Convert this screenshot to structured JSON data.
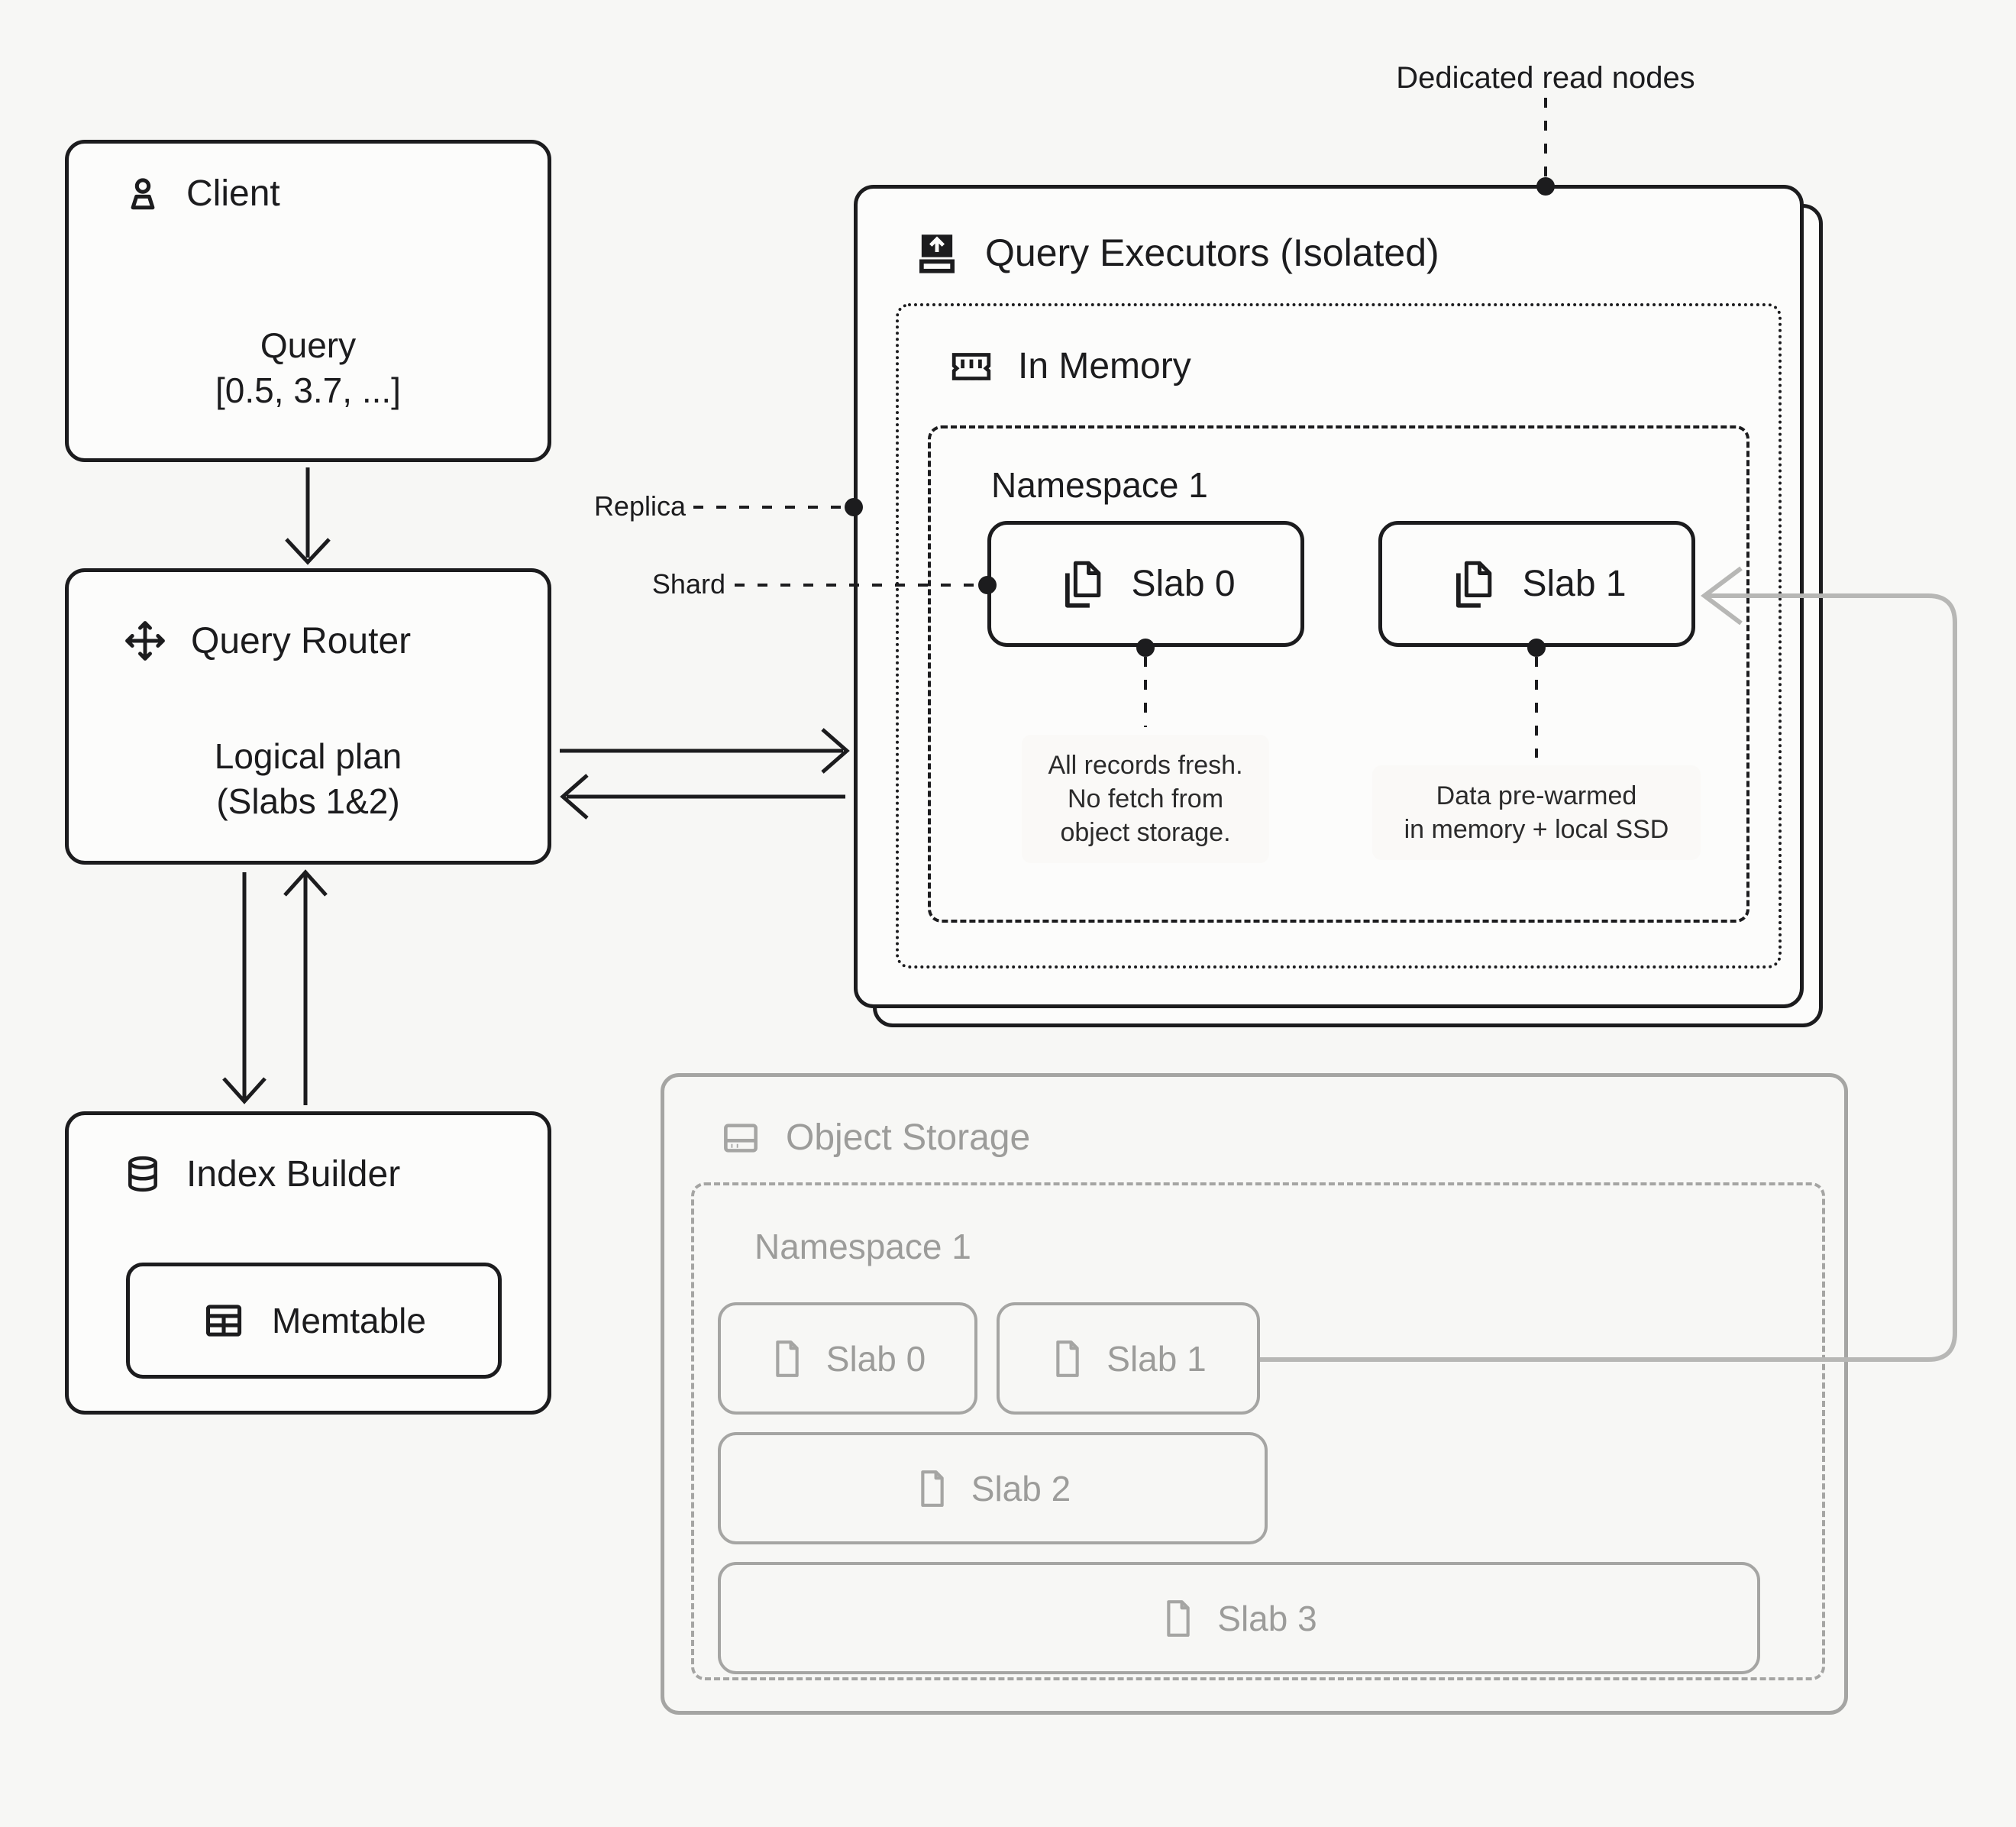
{
  "palette": {
    "ink": "#1c1c1e",
    "gray": "#a5a5a3",
    "gray_text": "#9c9c9a",
    "connector": "#b7b7b5",
    "bg": "#f7f7f5",
    "box": "#fcfcfb",
    "note_bg": "#faf9f7",
    "note_ink": "#2b2b2b"
  },
  "client": {
    "title": "Client",
    "icon": "user-icon",
    "body": "Query\n[0.5, 3.7, ...]"
  },
  "query_router": {
    "title": "Query Router",
    "icon": "move-icon",
    "body": "Logical plan\n(Slabs 1&2)"
  },
  "index_builder": {
    "title": "Index Builder",
    "icon": "database-icon",
    "memtable": {
      "label": "Memtable",
      "icon": "table-icon"
    }
  },
  "executors": {
    "title": "Query Executors (Isolated)",
    "icon": "hard-drive-upload-icon",
    "callout": "Dedicated read nodes",
    "replica_label": "Replica",
    "shard_label": "Shard",
    "in_memory": {
      "title": "In Memory",
      "icon": "memory-stick-icon",
      "namespace": {
        "title": "Namespace 1",
        "slabs": [
          {
            "label": "Slab 0",
            "icon": "files-icon",
            "note": "All records fresh.\nNo fetch from\nobject storage."
          },
          {
            "label": "Slab 1",
            "icon": "files-icon",
            "note": "Data pre-warmed\nin memory + local SSD"
          }
        ]
      }
    }
  },
  "object_storage": {
    "title": "Object Storage",
    "icon": "hard-drive-icon",
    "namespace": {
      "title": "Namespace 1",
      "slabs": [
        {
          "label": "Slab 0",
          "icon": "file-icon"
        },
        {
          "label": "Slab 1",
          "icon": "file-icon"
        },
        {
          "label": "Slab 2",
          "icon": "file-icon"
        },
        {
          "label": "Slab 3",
          "icon": "file-icon"
        }
      ]
    }
  }
}
